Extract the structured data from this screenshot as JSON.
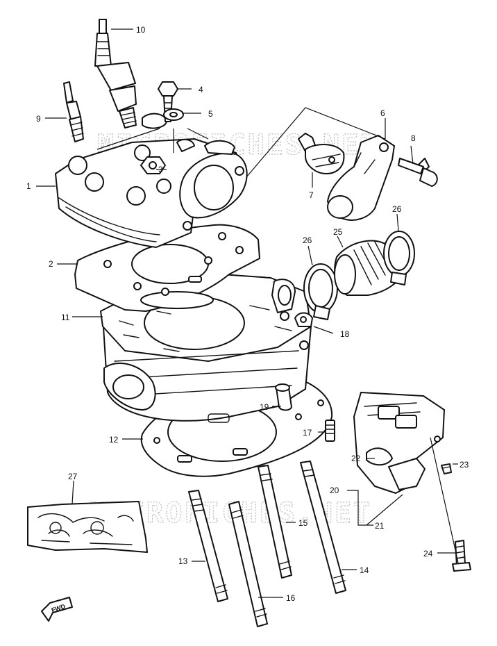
{
  "watermark": "MICROFICHES.NET",
  "fwd_label": "FWD",
  "callouts": [
    "1",
    "2",
    "3",
    "4",
    "5",
    "6",
    "7",
    "8",
    "9",
    "10",
    "11",
    "12",
    "13",
    "14",
    "15",
    "16",
    "17",
    "18",
    "19",
    "20",
    "21",
    "22",
    "23",
    "24",
    "25",
    "26",
    "26",
    "27"
  ]
}
